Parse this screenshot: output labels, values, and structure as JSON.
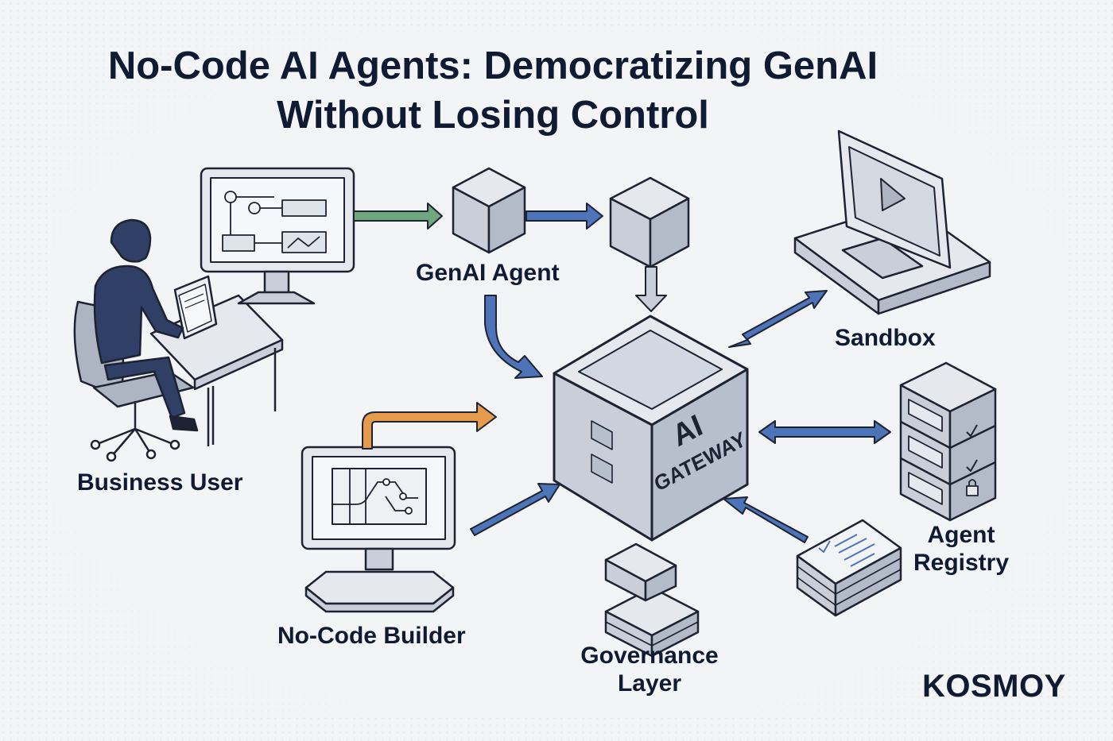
{
  "title": {
    "line1": "No-Code AI Agents: Democratizing GenAI",
    "line2": "Without Losing Control"
  },
  "nodes": {
    "business_user": "Business User",
    "genai_agent": "GenAI Agent",
    "sandbox": "Sandbox",
    "no_code_builder": "No-Code Builder",
    "governance_layer": {
      "line1": "Governance",
      "line2": "Layer"
    },
    "agent_registry": {
      "line1": "Agent",
      "line2": "Registry"
    },
    "ai_gateway": {
      "line1": "AI",
      "line2": "GATEWAY"
    }
  },
  "brand": "KOSMOY",
  "colors": {
    "arrow_blue": "#4d73b8",
    "arrow_green": "#6fa77f",
    "arrow_orange": "#e59a4c",
    "outline": "#1d2333",
    "fill_light": "#e3e6ec",
    "fill_mid": "#c9ced8",
    "person": "#2f3f66"
  }
}
